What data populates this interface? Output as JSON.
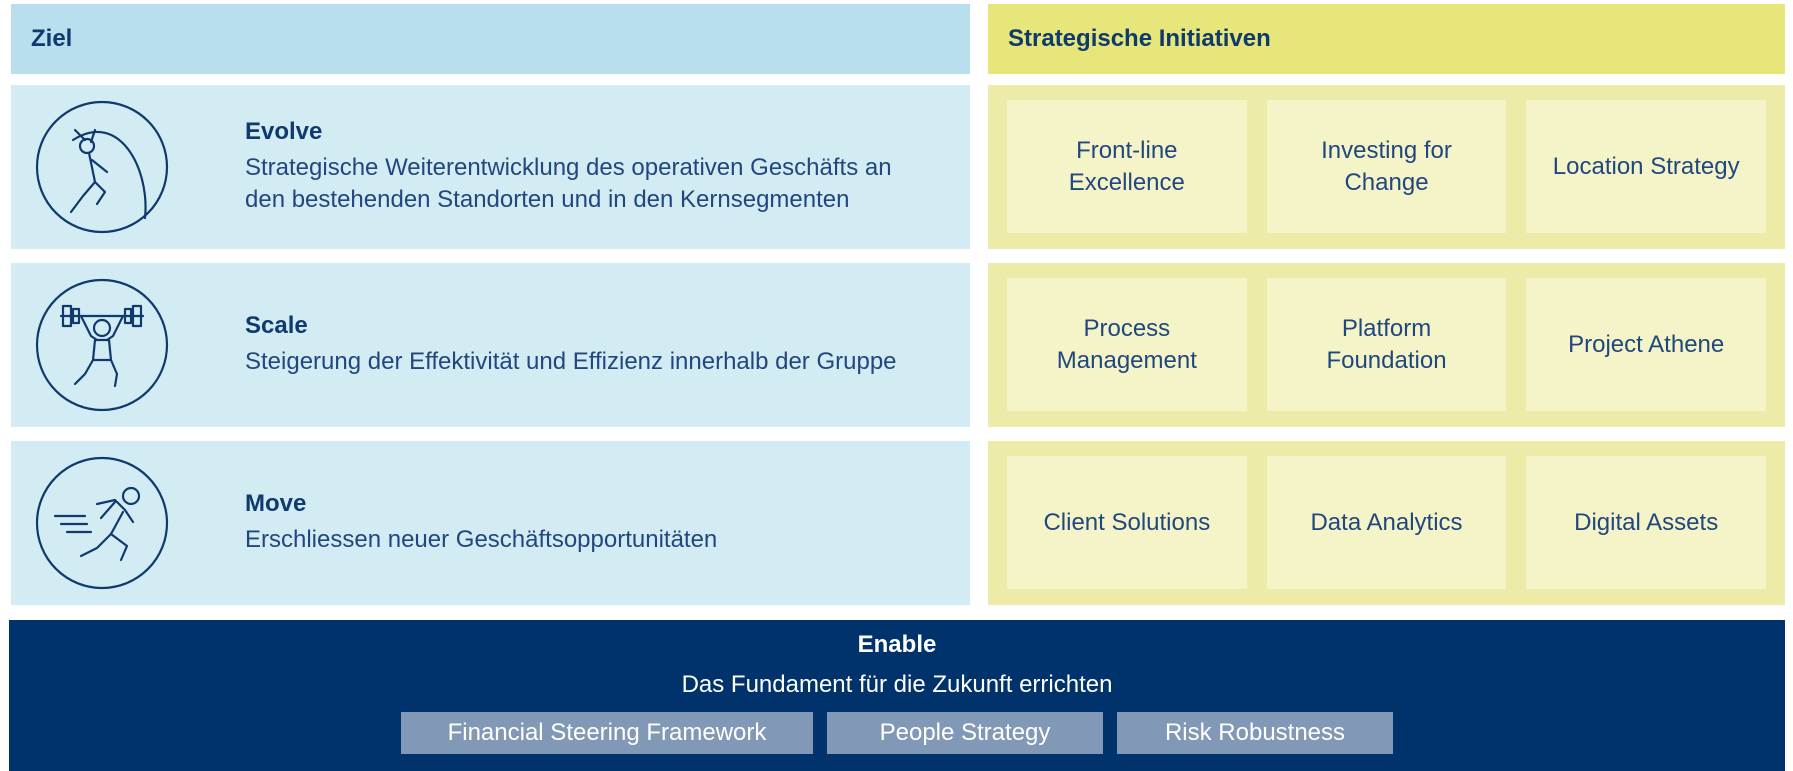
{
  "headers": {
    "goal": "Ziel",
    "initiatives": "Strategische Initiativen"
  },
  "rows": [
    {
      "icon": "pole-vault-icon",
      "title": "Evolve",
      "description": "Strategische Weiterentwicklung des operativen Geschäfts an den bestehenden Standorten und in den Kernsegmenten",
      "initiatives": [
        "Front-line Excellence",
        "Investing for Change",
        "Location Strategy"
      ]
    },
    {
      "icon": "weightlifter-icon",
      "title": "Scale",
      "description": "Steigerung der Effektivität und Effizienz innerhalb der Gruppe",
      "initiatives": [
        "Process Management",
        "Platform Foundation",
        "Project Athene"
      ]
    },
    {
      "icon": "sprinter-icon",
      "title": "Move",
      "description": "Erschliessen neuer Geschäftsopportunitäten",
      "initiatives": [
        "Client Solutions",
        "Data Analytics",
        "Digital Assets"
      ]
    }
  ],
  "enable": {
    "title": "Enable",
    "subtitle": "Das Fundament für die Zukunft errichten",
    "items": [
      "Financial Steering Framework",
      "People Strategy",
      "Risk Robustness"
    ]
  },
  "colors": {
    "navy": "#00336b",
    "goal_header": "#b9dfef",
    "goal_row": "#d3ebf3",
    "initiative_header": "#e6e67a",
    "initiative_row": "#ececa8",
    "initiative_cell": "#f4f4c8",
    "enable_item": "#8199b6"
  }
}
